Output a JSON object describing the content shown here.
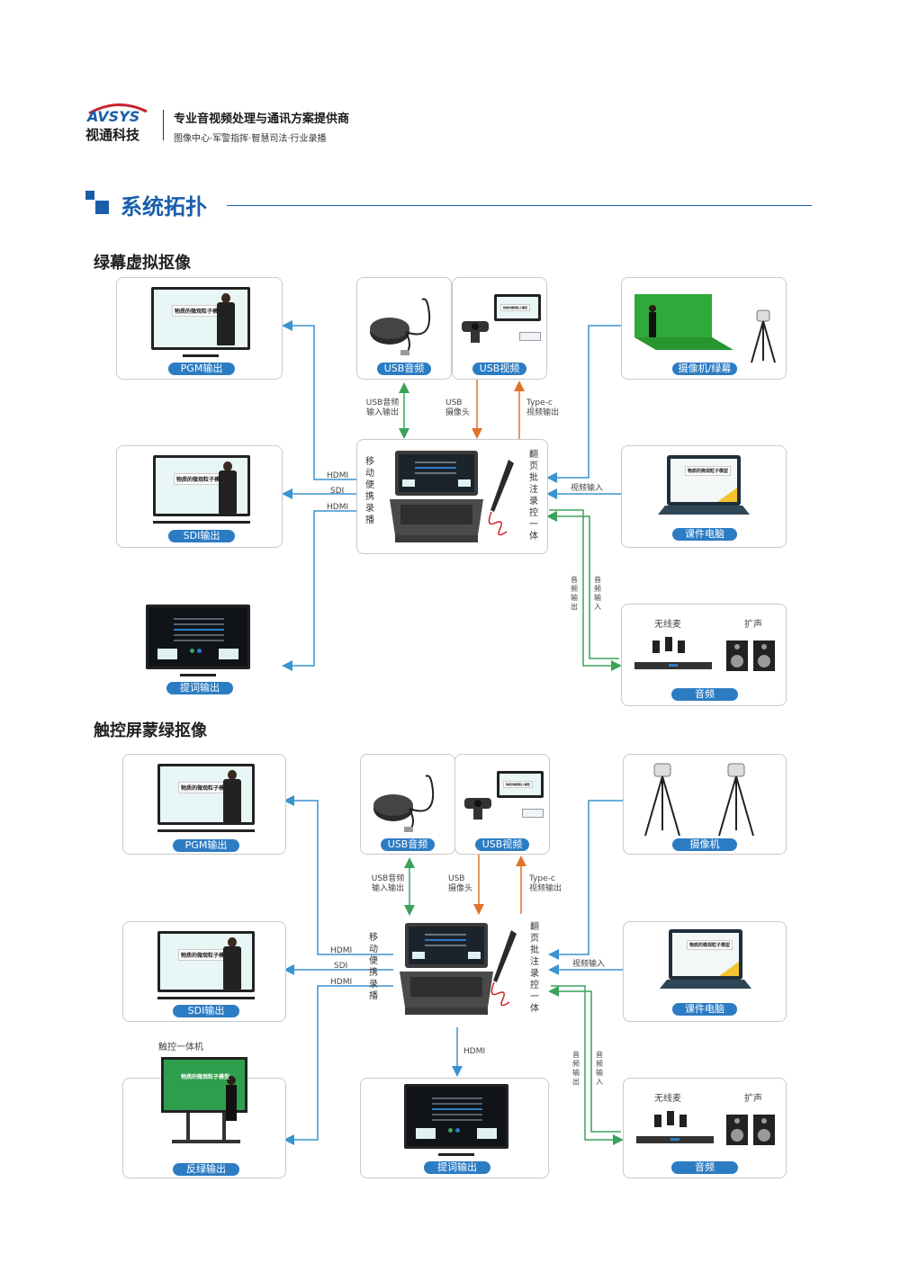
{
  "header": {
    "brand_latin": "AVSYS",
    "brand_cn": "视通科技",
    "tagline": "专业音视频处理与通讯方案提供商",
    "subtagline": "图像中心·军警指挥·智慧司法·行业录播"
  },
  "section_title": "系统拓扑",
  "colors": {
    "accent": "#1a5eaa",
    "pill": "#2c7cc4",
    "blue_line": "#3a94cf",
    "green_line": "#3aa35a",
    "orange_line": "#e0732b"
  },
  "diagram1": {
    "title": "绿幕虚拟抠像",
    "slide_title": "物质的微观粒子模型",
    "labels": {
      "pgm": "PGM输出",
      "sdi": "SDI输出",
      "prompter": "提词输出",
      "usb_audio": "USB音频",
      "usb_video": "USB视频",
      "camera_green": "摄像机/绿幕",
      "laptop": "课件电脑",
      "audio": "音频",
      "wireless": "无线麦",
      "speaker": "扩声",
      "recorder": "移动便携录播",
      "pen": "翻页批注录控一体",
      "usb_io": "USB音频",
      "usb_io2": "输入输出",
      "usb_cam": "USB",
      "usb_cam2": "摄像头",
      "typec": "Type-c",
      "typec2": "视频输出",
      "hdmi1": "HDMI",
      "sdi_line": "SDI",
      "hdmi2": "HDMI",
      "video_in": "视频输入",
      "audio_out": "音频输出",
      "audio_in": "音频输入"
    }
  },
  "diagram2": {
    "title": "触控屏蒙绿抠像",
    "slide_title": "物质的微观粒子模型",
    "labels": {
      "pgm": "PGM输出",
      "sdi": "SDI输出",
      "touch_name": "触控一体机",
      "touch_out": "反绿输出",
      "usb_audio": "USB音频",
      "usb_video": "USB视频",
      "camera": "摄像机",
      "laptop": "课件电脑",
      "audio": "音频",
      "wireless": "无线麦",
      "speaker": "扩声",
      "recorder": "移动便携录播",
      "pen": "翻页批注录控一体",
      "prompter": "提词输出",
      "usb_io": "USB音频",
      "usb_io2": "输入输出",
      "usb_cam": "USB",
      "usb_cam2": "摄像头",
      "typec": "Type-c",
      "typec2": "视频输出",
      "hdmi1": "HDMI",
      "sdi_line": "SDI",
      "hdmi2": "HDMI",
      "hdmi_down": "HDMI",
      "video_in": "视频输入",
      "audio_out": "音频输出",
      "audio_in": "音频输入"
    }
  }
}
